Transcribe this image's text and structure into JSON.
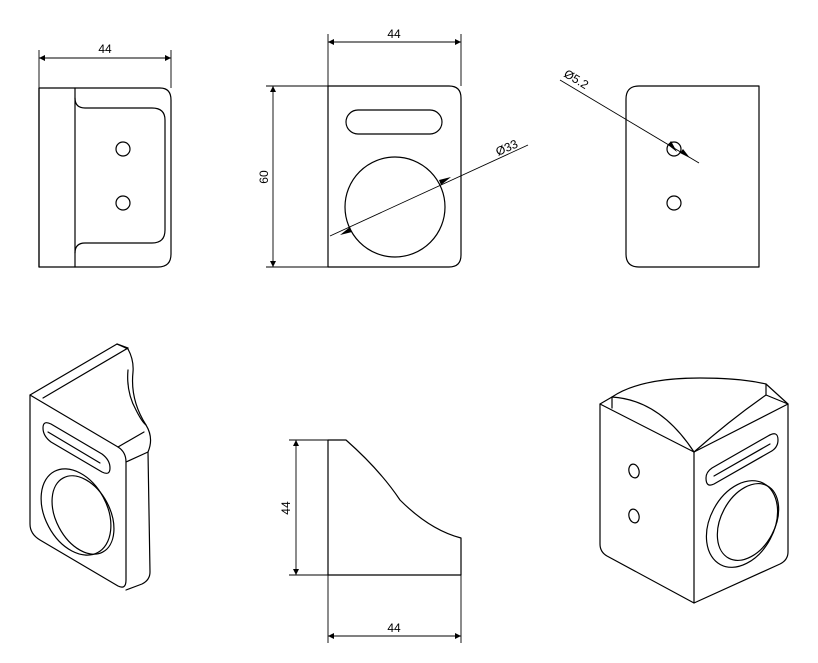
{
  "dimensions": {
    "front_width": "44",
    "top_width": "44",
    "height": "60",
    "hole_diameter": "Ø33",
    "small_hole_diameter": "Ø5.2",
    "side_height": "44",
    "side_width": "44"
  },
  "colors": {
    "line": "#000000",
    "background": "#ffffff"
  }
}
